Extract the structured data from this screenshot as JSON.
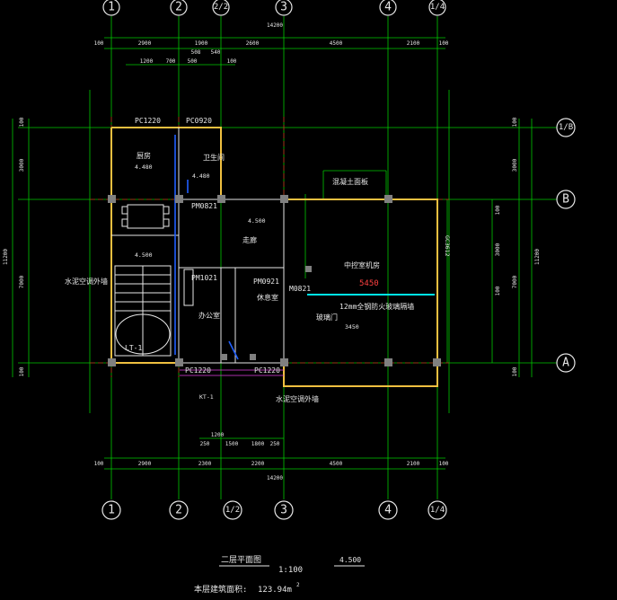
{
  "drawing": {
    "background": "#000000",
    "title": "二层平面图",
    "scale": "1:100",
    "level": "4.500",
    "area_label": "本层建筑面积:",
    "area_value": "123.94m",
    "area_unit_sup": "2"
  },
  "axes": {
    "top": [
      "1",
      "2",
      "2/2",
      "3",
      "4",
      "1/4"
    ],
    "bottom": [
      "1",
      "2",
      "1/2",
      "3",
      "4",
      "1/4"
    ],
    "right": [
      "1/B",
      "B",
      "A"
    ]
  },
  "dimensions": {
    "top_total": "14200",
    "top_row": [
      "100",
      "2900",
      "1900",
      "2600",
      "4500",
      "2100",
      "100"
    ],
    "top_sub": [
      "1200",
      "700",
      "500",
      "540",
      "100"
    ],
    "top_sub2": [
      "508"
    ],
    "bottom_row": [
      "100",
      "2900",
      "2300",
      "2200",
      "4500",
      "2100",
      "100"
    ],
    "bottom_total": "14200",
    "bottom_sub": [
      "1200",
      "250",
      "1500",
      "1800",
      "250"
    ],
    "left_total": "11200",
    "left": [
      "100",
      "3000",
      "7000",
      "100"
    ],
    "right_total": "11200",
    "right": [
      "100",
      "3000",
      "7000",
      "100"
    ],
    "right_inner": [
      "3000",
      "100",
      "100"
    ]
  },
  "labels": {
    "pc1220_top": "PC1220",
    "pc0920_top": "PC0920",
    "kitchen": "厨房",
    "toilet": "卫生间",
    "pm0821": "PM0821",
    "pm1021": "PM1021",
    "pm0921": "PM0921",
    "m0821": "M0821",
    "corridor": "走廊",
    "office": "办公室",
    "rest_room": "休息室",
    "central_control": "中控室机房",
    "concrete_beam": "混凝土面板",
    "glass_wall": "12mm全钢防火玻璃隔墙",
    "glass_door": "玻璃门",
    "dim_5450": "5450",
    "dim_3450": "3450",
    "gc": "GC3612",
    "pc1220_b1": "PC1220",
    "pc1220_b2": "PC1220",
    "ac_outlet": "水泥空调外墙",
    "ac_outlet2": "水泥空调外墙",
    "lt": "LT-1",
    "kt": "KT-1",
    "lvl_kitchen": "4.480",
    "lvl_toilet": "4.480",
    "lvl_corr": "4.500",
    "lvl_lift": "4.500"
  }
}
